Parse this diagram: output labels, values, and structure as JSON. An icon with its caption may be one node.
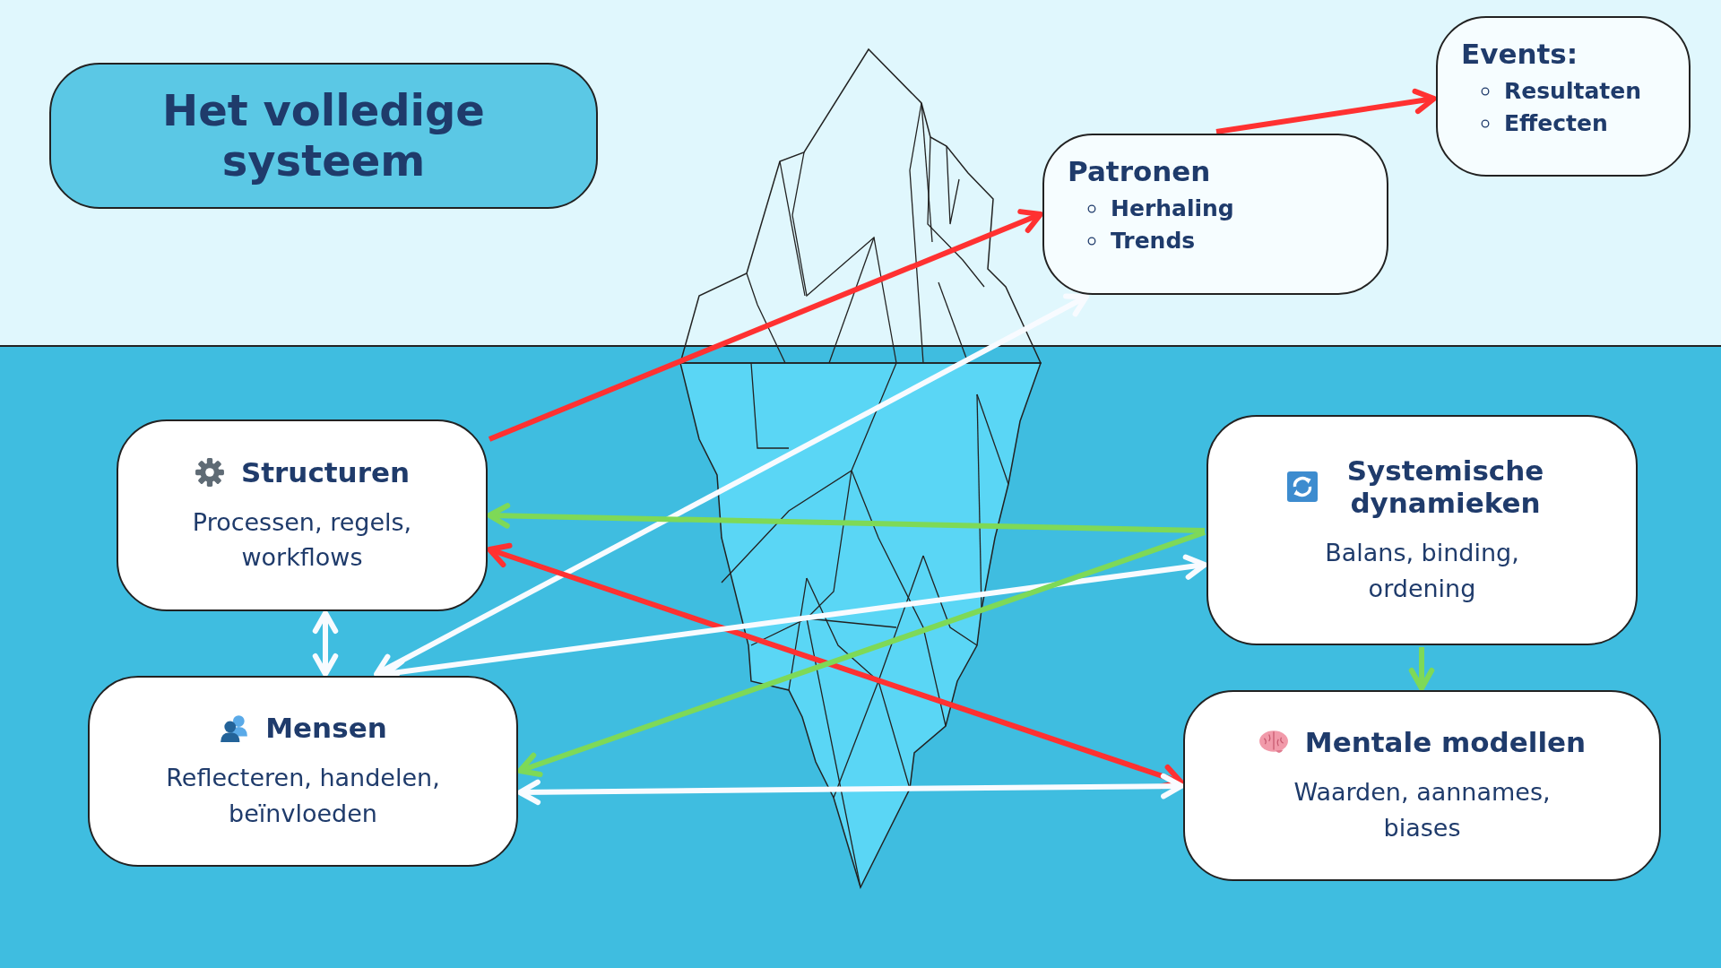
{
  "diagram": {
    "nodes": [
      {
        "text": [
          "Het volledige systeem"
        ]
      },
      {
        "text": [
          "Events:",
          "Resultaten",
          "Effecten"
        ]
      },
      {
        "text": [
          "Patronen",
          "Herhaling",
          "Trends"
        ]
      },
      {
        "text": [
          "Structuren",
          "Processen, regels, workflows"
        ]
      },
      {
        "text": [
          "Systemische dynamieken",
          "Balans, binding, ordening"
        ]
      },
      {
        "text": [
          "Mensen",
          "Reflecteren, handelen, beïnvloeden"
        ]
      },
      {
        "text": [
          "Mentale modellen",
          "Waarden, aannames, biases"
        ]
      }
    ],
    "edges": [
      {
        "from": 2,
        "to": 1,
        "arrow": "to",
        "color": "#ff3131"
      },
      {
        "from": 3,
        "to": 2,
        "arrow": "to",
        "color": "#ff3131"
      },
      {
        "from": 5,
        "to": 2,
        "arrow": "both"
      },
      {
        "from": 4,
        "to": 3,
        "arrow": "to",
        "color": "#7ed957"
      },
      {
        "from": 3,
        "to": 6,
        "arrow": "both",
        "color": "#ff3131"
      },
      {
        "from": 5,
        "to": 4,
        "arrow": "both"
      },
      {
        "from": 4,
        "to": 5,
        "arrow": "to",
        "color": "#7ed957"
      },
      {
        "from": 3,
        "to": 5,
        "arrow": "both"
      },
      {
        "from": 4,
        "to": 6,
        "arrow": "to",
        "color": "#7ed957"
      },
      {
        "from": 5,
        "to": 6,
        "arrow": "both"
      }
    ]
  }
}
